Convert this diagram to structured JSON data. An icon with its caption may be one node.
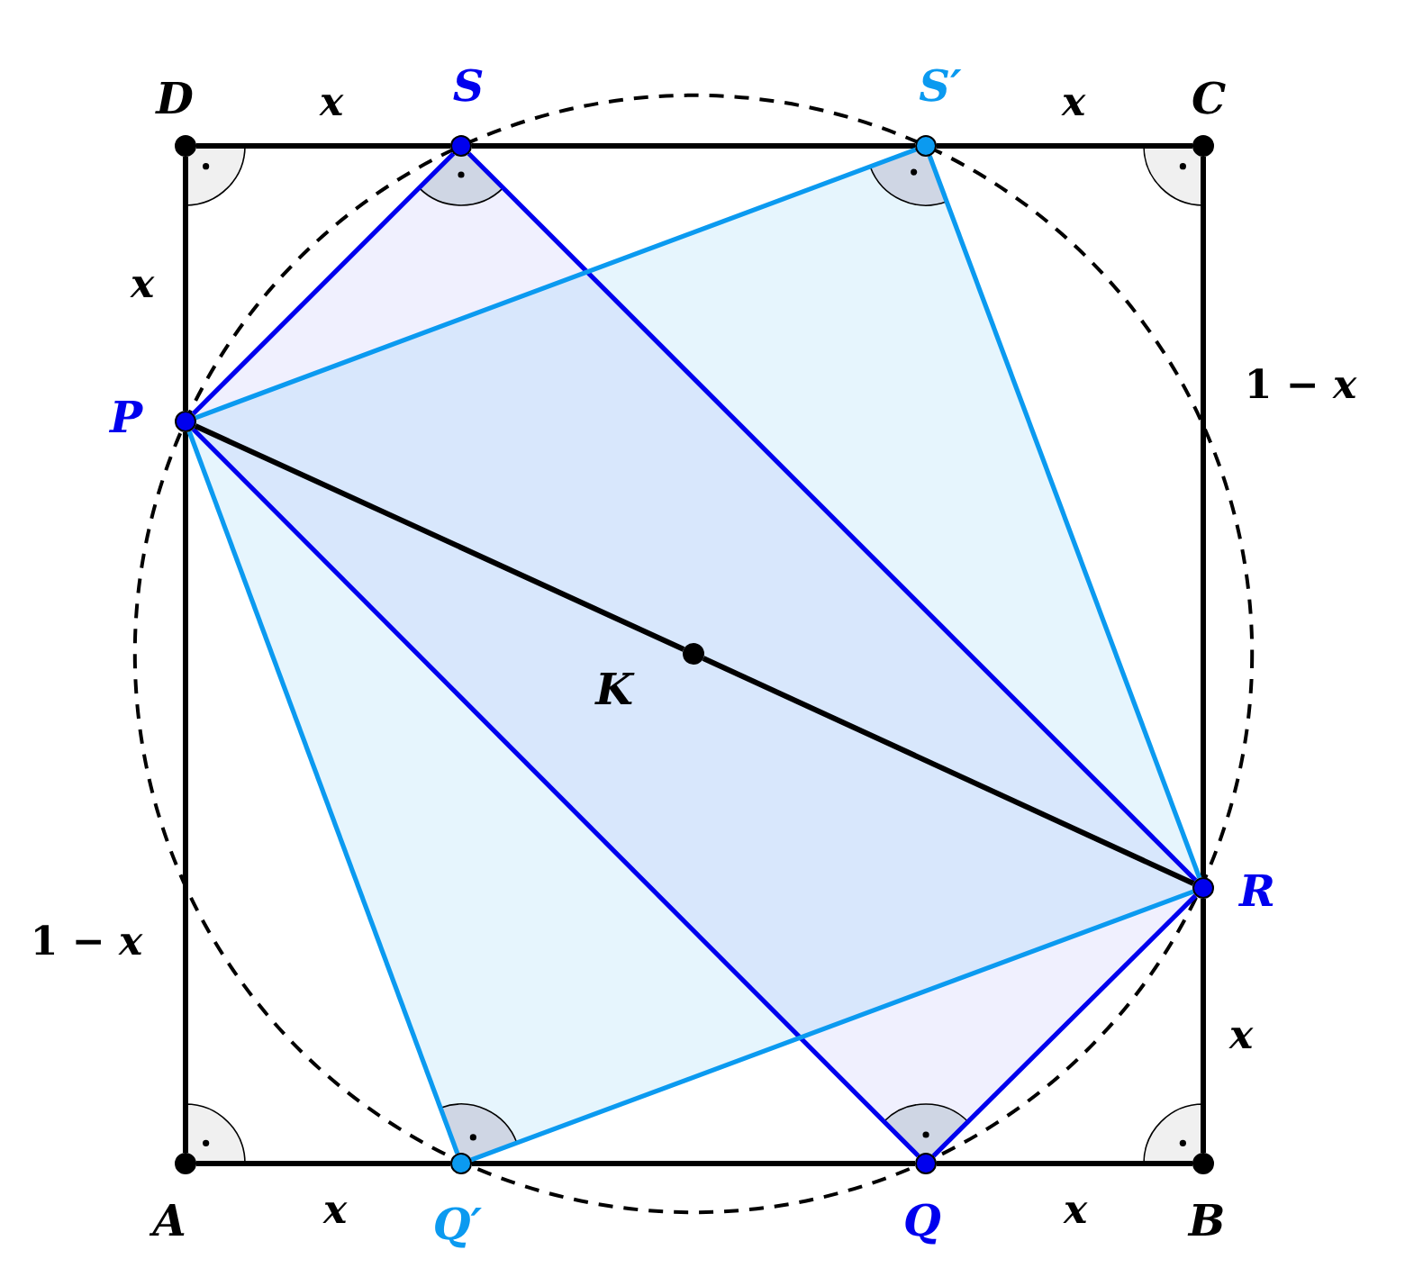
{
  "diagram": {
    "nodes": [
      {
        "text": [
          "D"
        ]
      },
      {
        "text": [
          "S"
        ]
      },
      {
        "text": [
          "S′"
        ]
      },
      {
        "text": [
          "C"
        ]
      },
      {
        "text": [
          "P"
        ]
      },
      {
        "text": [
          "K"
        ]
      },
      {
        "text": [
          "R"
        ]
      },
      {
        "text": [
          "A"
        ]
      },
      {
        "text": [
          "Q′"
        ]
      },
      {
        "text": [
          "Q"
        ]
      },
      {
        "text": [
          "B"
        ]
      }
    ],
    "edges": [
      {
        "from": 0,
        "to": 1,
        "arrow": "none"
      },
      {
        "from": 1,
        "to": 2,
        "arrow": "none"
      },
      {
        "from": 2,
        "to": 3,
        "arrow": "none"
      },
      {
        "from": 3,
        "to": 6,
        "arrow": "none"
      },
      {
        "from": 6,
        "to": 10,
        "arrow": "none"
      },
      {
        "from": 10,
        "to": 9,
        "arrow": "none"
      },
      {
        "from": 9,
        "to": 8,
        "arrow": "none"
      },
      {
        "from": 8,
        "to": 7,
        "arrow": "none"
      },
      {
        "from": 7,
        "to": 4,
        "arrow": "none"
      },
      {
        "from": 4,
        "to": 0,
        "arrow": "none"
      },
      {
        "from": 4,
        "to": 1,
        "arrow": "none",
        "color": "#0000ee"
      },
      {
        "from": 1,
        "to": 6,
        "arrow": "none",
        "color": "#0000ee"
      },
      {
        "from": 6,
        "to": 9,
        "arrow": "none",
        "color": "#0000ee"
      },
      {
        "from": 9,
        "to": 4,
        "arrow": "none",
        "color": "#0000ee"
      },
      {
        "from": 4,
        "to": 2,
        "arrow": "none",
        "color": "#0b9af0"
      },
      {
        "from": 2,
        "to": 6,
        "arrow": "none",
        "color": "#0b9af0"
      },
      {
        "from": 6,
        "to": 8,
        "arrow": "none",
        "color": "#0b9af0"
      },
      {
        "from": 8,
        "to": 4,
        "arrow": "none",
        "color": "#0b9af0"
      },
      {
        "from": 4,
        "to": 5,
        "arrow": "none"
      },
      {
        "from": 5,
        "to": 6,
        "arrow": "none"
      }
    ],
    "labels": [
      "x",
      "x",
      "x",
      "1 − *x*",
      "1 − *x*",
      "x",
      "x",
      "x"
    ]
  }
}
